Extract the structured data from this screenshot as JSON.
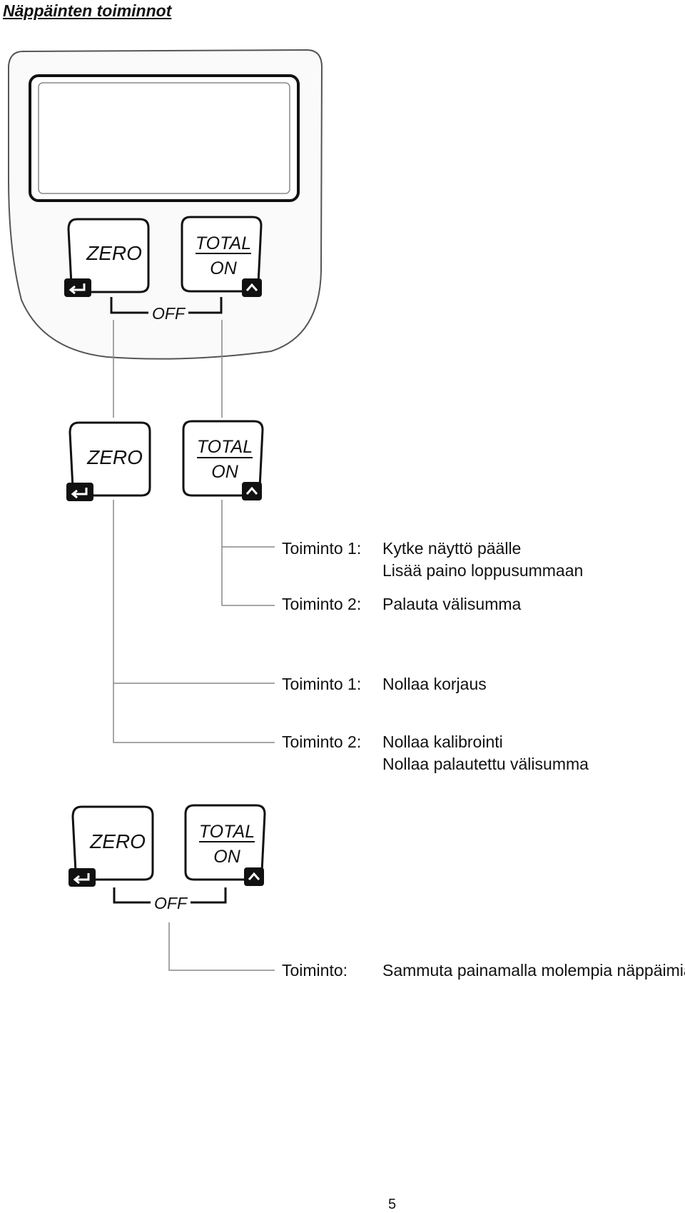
{
  "title": "Näppäinten toiminnot",
  "keys": {
    "zero": "ZERO",
    "total": "TOTAL",
    "on": "ON",
    "off": "OFF"
  },
  "total_key": {
    "func1_label": "Toiminto 1:",
    "func1_lines": [
      "Kytke näyttö päälle",
      "Lisää paino loppusummaan"
    ],
    "func2_label": "Toiminto 2:",
    "func2_lines": [
      "Palauta välisumma"
    ]
  },
  "zero_key": {
    "func1_label": "Toiminto 1:",
    "func1_lines": [
      "Nollaa korjaus"
    ],
    "func2_label": "Toiminto 2:",
    "func2_lines": [
      "Nollaa kalibrointi",
      "Nollaa palautettu välisumma"
    ]
  },
  "both_keys": {
    "label": "Toiminto:",
    "text": "Sammuta painamalla molempia näppäimiä"
  },
  "page_number": "5",
  "colors": {
    "ink": "#111111",
    "line": "#888888",
    "device_fill": "#fafafa"
  }
}
